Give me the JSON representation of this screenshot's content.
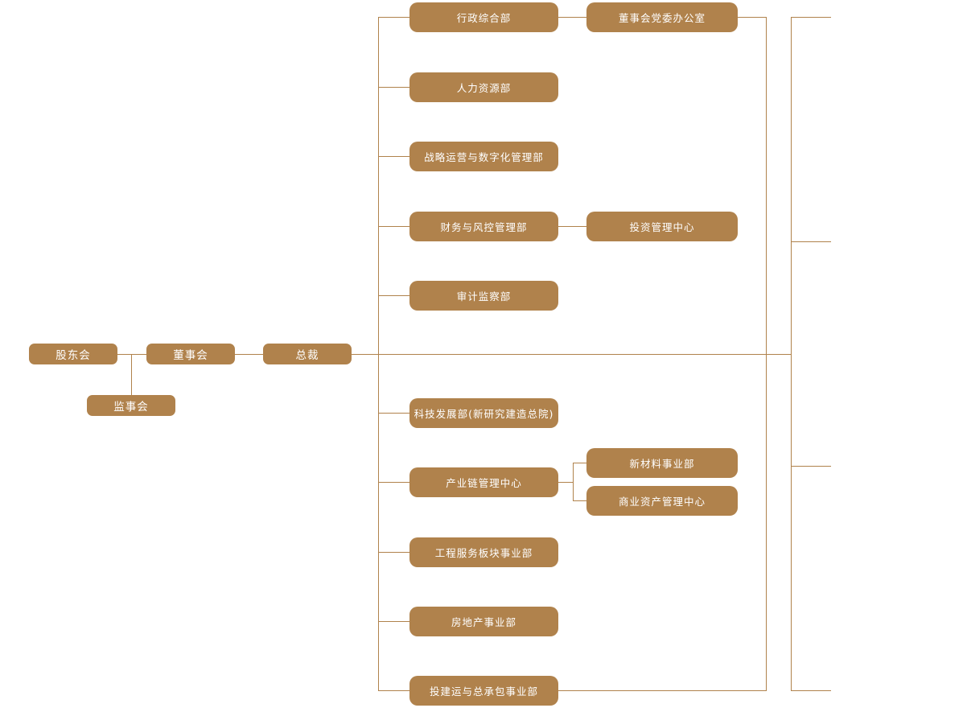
{
  "palette": {
    "node_fill": "#b0824c",
    "line_color": "#b0824c",
    "node_text": "#ffffff",
    "background": "#ffffff"
  },
  "chart_type": "org-chart",
  "governance": {
    "shareholders": {
      "label": "股东会"
    },
    "board": {
      "label": "董事会"
    },
    "president": {
      "label": "总裁"
    },
    "supervisory": {
      "label": "监事会"
    }
  },
  "departments": [
    {
      "label": "行政综合部"
    },
    {
      "label": "人力资源部"
    },
    {
      "label": "战略运营与数字化管理部"
    },
    {
      "label": "财务与风控管理部"
    },
    {
      "label": "审计监察部"
    },
    {
      "label": "科技发展部(新研究建造总院)"
    },
    {
      "label": "产业链管理中心"
    },
    {
      "label": "工程服务板块事业部"
    },
    {
      "label": "房地产事业部"
    },
    {
      "label": "投建运与总承包事业部"
    }
  ],
  "sub_departments": [
    {
      "label": "董事会党委办公室",
      "parent": "行政综合部"
    },
    {
      "label": "投资管理中心",
      "parent": "财务与风控管理部"
    },
    {
      "label": "新材料事业部",
      "parent": "产业链管理中心"
    },
    {
      "label": "商业资产管理中心",
      "parent": "产业链管理中心"
    }
  ]
}
